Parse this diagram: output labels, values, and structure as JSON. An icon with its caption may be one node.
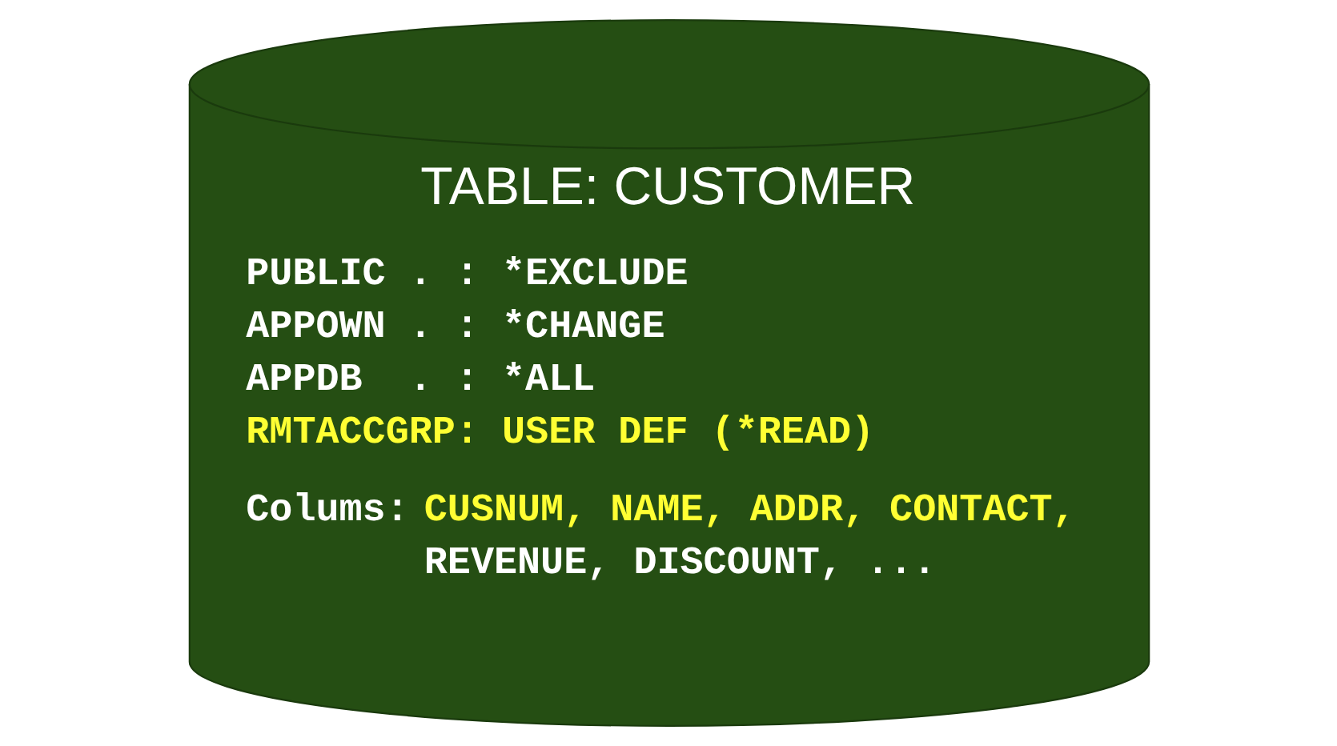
{
  "diagram": {
    "nodes": [
      {
        "text": [
          "TABLE: CUSTOMER",
          "PUBLIC . : *EXCLUDE",
          "APPOWN . : *CHANGE",
          "APPDB  . : *ALL",
          "RMTACCGRP: USER DEF (*READ)",
          "Colums:",
          "CUSNUM, NAME, ADDR, CONTACT,",
          "REVENUE, DISCOUNT, ..."
        ]
      }
    ]
  }
}
